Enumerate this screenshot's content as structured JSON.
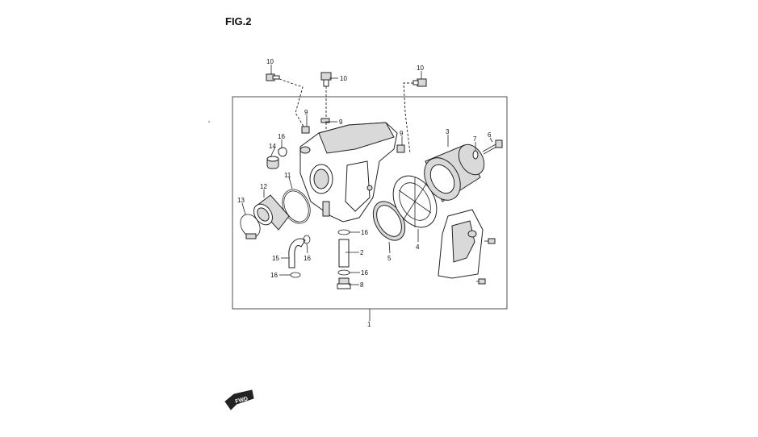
{
  "figure": {
    "title": "FIG.2",
    "direction_label": "FWD"
  },
  "callouts": [
    {
      "id": "c1",
      "label": "1"
    },
    {
      "id": "c2",
      "label": "2"
    },
    {
      "id": "c3",
      "label": "3"
    },
    {
      "id": "c4",
      "label": "4"
    },
    {
      "id": "c5",
      "label": "5"
    },
    {
      "id": "c6",
      "label": "6"
    },
    {
      "id": "c7",
      "label": "7"
    },
    {
      "id": "c8",
      "label": "8"
    },
    {
      "id": "c9a",
      "label": "9"
    },
    {
      "id": "c9b",
      "label": "9"
    },
    {
      "id": "c9c",
      "label": "9"
    },
    {
      "id": "c10a",
      "label": "10"
    },
    {
      "id": "c10b",
      "label": "10"
    },
    {
      "id": "c10c",
      "label": "10"
    },
    {
      "id": "c11",
      "label": "11"
    },
    {
      "id": "c12",
      "label": "12"
    },
    {
      "id": "c13",
      "label": "13"
    },
    {
      "id": "c14",
      "label": "14"
    },
    {
      "id": "c15",
      "label": "15"
    },
    {
      "id": "c16a",
      "label": "16"
    },
    {
      "id": "c16b",
      "label": "16"
    },
    {
      "id": "c16c",
      "label": "16"
    },
    {
      "id": "c16d",
      "label": "16"
    },
    {
      "id": "c16e",
      "label": "16"
    }
  ]
}
